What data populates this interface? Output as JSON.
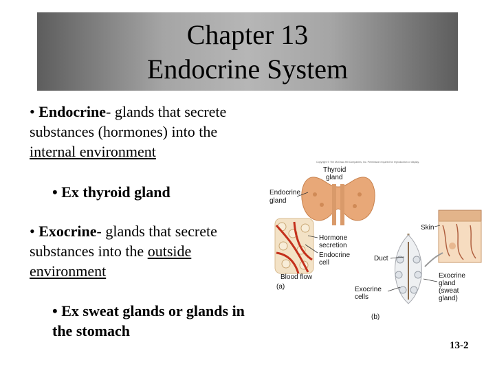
{
  "title": {
    "line1": "Chapter 13",
    "line2": "Endocrine System"
  },
  "bullets": {
    "endocrine": {
      "bullet": "•",
      "term": "Endocrine",
      "rest": "- glands that secrete substances  (hormones) into the ",
      "underlined": "internal environment"
    },
    "ex1": "• Ex thyroid gland",
    "exocrine": {
      "bullet": "•",
      "term": "Exocrine",
      "rest": "- glands that secrete substances into the ",
      "underlined1": "outside",
      "underlined2": "environment"
    },
    "ex2_line1": "• Ex sweat glands or glands in",
    "ex2_line2": "the stomach"
  },
  "figure": {
    "copyright": "Copyright © The McGraw-Hill Companies, Inc. Permission required for reproduction or display.",
    "labels": {
      "thyroid1": "Thyroid",
      "thyroid2": "gland",
      "endocrine1": "Endocrine",
      "endocrine2": "gland",
      "hormone1": "Hormone",
      "hormone2": "secretion",
      "endocell1": "Endocrine",
      "endocell2": "cell",
      "bloodflow": "Blood flow",
      "a": "(a)",
      "skin": "Skin",
      "duct": "Duct",
      "exocrine_cells1": "Exocrine",
      "exocrine_cells2": "cells",
      "exocrine_gland1": "Exocrine",
      "exocrine_gland2": "gland",
      "exocrine_gland3": "(sweat",
      "exocrine_gland4": "gland)",
      "b": "(b)"
    }
  },
  "slide_number": "13-2"
}
